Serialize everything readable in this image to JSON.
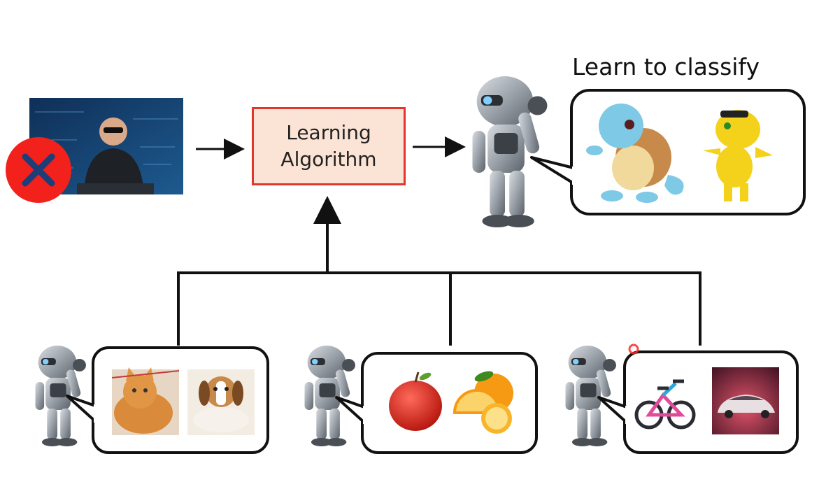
{
  "algorithm_box": {
    "line1": "Learning",
    "line2": "Algorithm"
  },
  "result_caption": "Learn to classify",
  "icons": {
    "prohibited": "red-x-icon",
    "arrow": "arrow-right-icon"
  },
  "colors": {
    "box_fill": "#fbe3d6",
    "box_border": "#e0362c",
    "x_badge": "#f2211c",
    "lines": "#111111"
  },
  "tasks": [
    {
      "id": "pets",
      "items": [
        "cat",
        "dog"
      ]
    },
    {
      "id": "fruits",
      "items": [
        "apple",
        "orange"
      ]
    },
    {
      "id": "vehicles",
      "items": [
        "bicycle",
        "car"
      ]
    }
  ],
  "classes": [
    "squirtle",
    "agumon"
  ]
}
